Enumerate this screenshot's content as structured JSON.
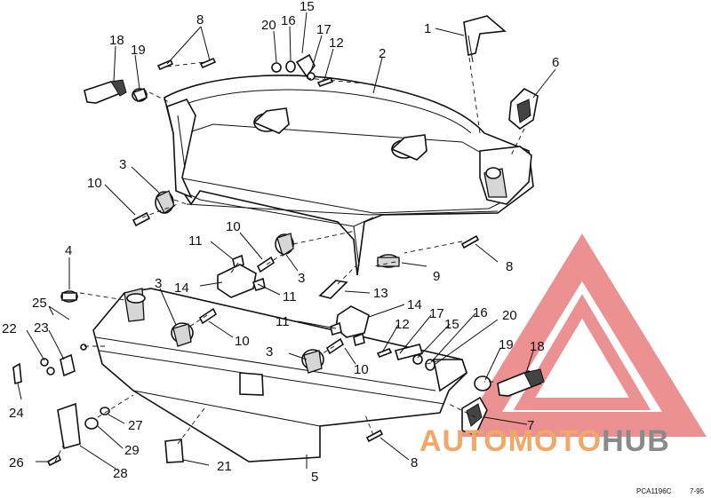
{
  "callouts": {
    "c1": "1",
    "c2": "2",
    "c3a": "3",
    "c3b": "3",
    "c3c": "3",
    "c3d": "3",
    "c4": "4",
    "c5": "5",
    "c6": "6",
    "c7": "7",
    "c8a": "8",
    "c8b": "8",
    "c8c": "8",
    "c9": "9",
    "c10a": "10",
    "c10b": "10",
    "c10c": "10",
    "c10d": "10",
    "c11a": "11",
    "c11b": "11",
    "c11c": "11",
    "c12a": "12",
    "c12b": "12",
    "c13": "13",
    "c14a": "14",
    "c14b": "14",
    "c15a": "15",
    "c15b": "15",
    "c16a": "16",
    "c16b": "16",
    "c17a": "17",
    "c17b": "17",
    "c18a": "18",
    "c18b": "18",
    "c19a": "19",
    "c19b": "19",
    "c20a": "20",
    "c20b": "20",
    "c21": "21",
    "c22": "22",
    "c23": "23",
    "c24": "24",
    "c25": "25",
    "c26": "26",
    "c27": "27",
    "c28": "28",
    "c29": "29"
  },
  "reference_code": "PCA1196C",
  "revision": "7-95",
  "watermark": {
    "part1": "AUTO",
    "part2": "MOTO",
    "part3": "HUB",
    "colors": {
      "orange": "#f0a868",
      "grey": "#8a8a8a",
      "triangle": "#e87e7e"
    }
  }
}
